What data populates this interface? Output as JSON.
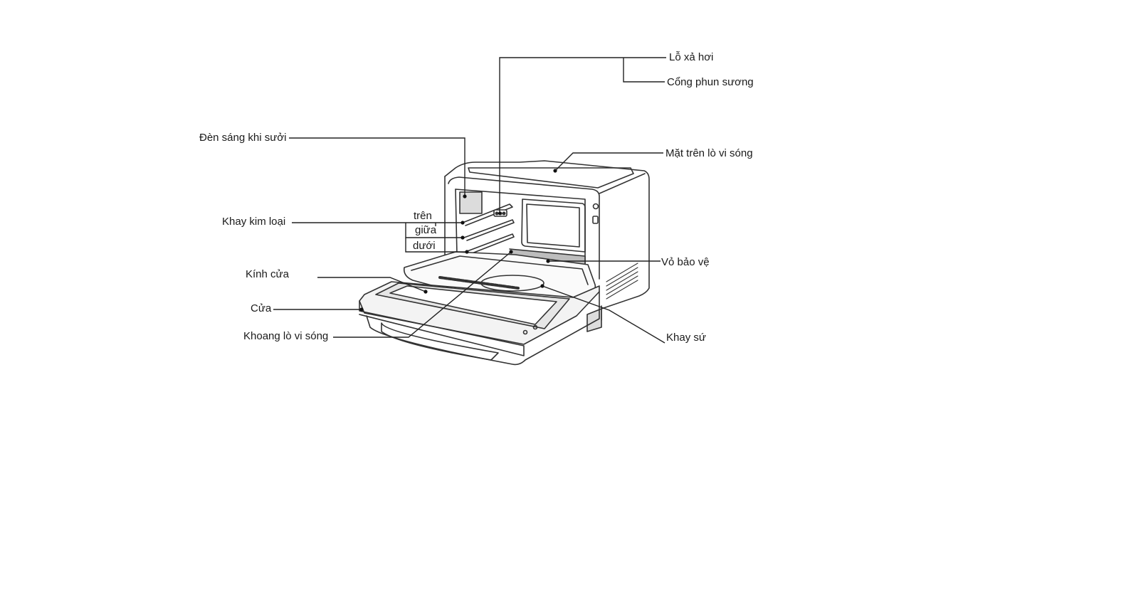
{
  "diagram": {
    "labels": {
      "steam_vent": "Lỗ xả hơi",
      "mist_port": "Cổng phun sương",
      "heater_light": "Đèn sáng khi sưởi",
      "top_surface": "Mặt trên lò vi sóng",
      "metal_tray": "Khay kim loại",
      "rack_top": "trên",
      "rack_middle": "giữa",
      "rack_bottom": "dưới",
      "protective_cover": "Vỏ bảo vệ",
      "door_glass": "Kính cửa",
      "door": "Cửa",
      "cavity": "Khoang lò vi sóng",
      "ceramic_tray": "Khay sứ"
    }
  }
}
